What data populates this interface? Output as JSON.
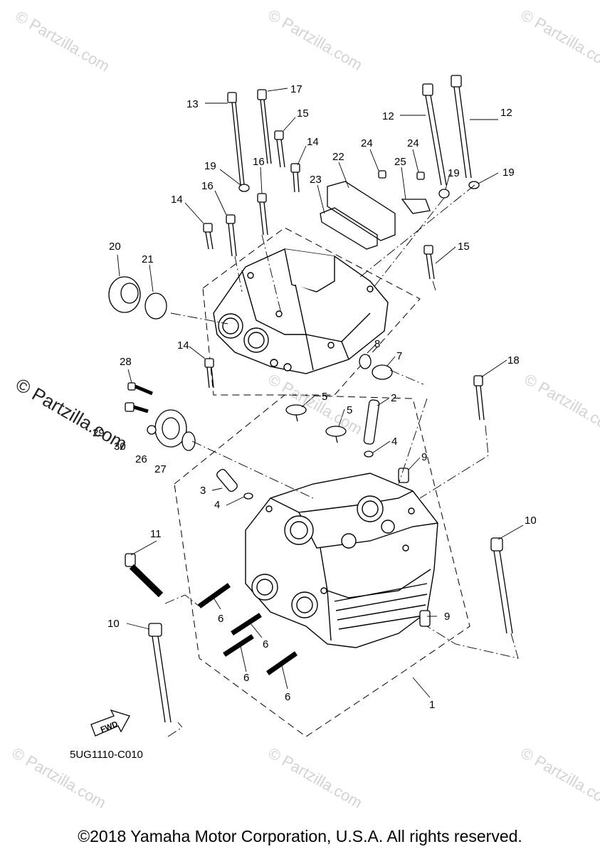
{
  "watermark": "© Partzilla.com",
  "diagram_code": "5UG1110-C010",
  "fwd_label": "FWD",
  "copyright": "©2018 Yamaha Motor Corporation, U.S.A. All rights reserved.",
  "callouts": [
    {
      "id": "c13",
      "text": "13"
    },
    {
      "id": "c17",
      "text": "17"
    },
    {
      "id": "c15a",
      "text": "15"
    },
    {
      "id": "c14a",
      "text": "14"
    },
    {
      "id": "c19a",
      "text": "19"
    },
    {
      "id": "c16a",
      "text": "16"
    },
    {
      "id": "c16b",
      "text": "16"
    },
    {
      "id": "c14b",
      "text": "14"
    },
    {
      "id": "c22",
      "text": "22"
    },
    {
      "id": "c24a",
      "text": "24"
    },
    {
      "id": "c24b",
      "text": "24"
    },
    {
      "id": "c23",
      "text": "23"
    },
    {
      "id": "c25",
      "text": "25"
    },
    {
      "id": "c12a",
      "text": "12"
    },
    {
      "id": "c12b",
      "text": "12"
    },
    {
      "id": "c19b",
      "text": "19"
    },
    {
      "id": "c19c",
      "text": "19"
    },
    {
      "id": "c15b",
      "text": "15"
    },
    {
      "id": "c20",
      "text": "20"
    },
    {
      "id": "c21",
      "text": "21"
    },
    {
      "id": "c14c",
      "text": "14"
    },
    {
      "id": "c8",
      "text": "8"
    },
    {
      "id": "c7",
      "text": "7"
    },
    {
      "id": "c28",
      "text": "28"
    },
    {
      "id": "c18",
      "text": "18"
    },
    {
      "id": "c5a",
      "text": "5"
    },
    {
      "id": "c2",
      "text": "2"
    },
    {
      "id": "c5b",
      "text": "5"
    },
    {
      "id": "c29",
      "text": "29"
    },
    {
      "id": "c30",
      "text": "30"
    },
    {
      "id": "c26",
      "text": "26"
    },
    {
      "id": "c27",
      "text": "27"
    },
    {
      "id": "c4a",
      "text": "4"
    },
    {
      "id": "c9a",
      "text": "9"
    },
    {
      "id": "c3",
      "text": "3"
    },
    {
      "id": "c4b",
      "text": "4"
    },
    {
      "id": "c11",
      "text": "11"
    },
    {
      "id": "c10a",
      "text": "10"
    },
    {
      "id": "c6a",
      "text": "6"
    },
    {
      "id": "c9b",
      "text": "9"
    },
    {
      "id": "c10b",
      "text": "10"
    },
    {
      "id": "c6b",
      "text": "6"
    },
    {
      "id": "c6c",
      "text": "6"
    },
    {
      "id": "c6d",
      "text": "6"
    },
    {
      "id": "c1",
      "text": "1"
    }
  ]
}
